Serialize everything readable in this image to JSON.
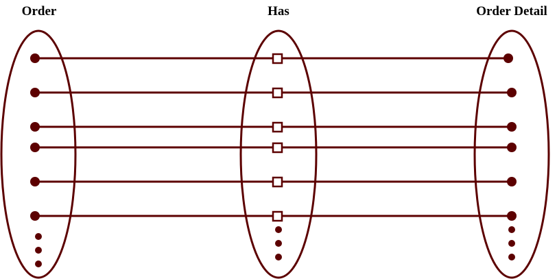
{
  "diagram": {
    "color": "#5c0000",
    "sets": {
      "order": {
        "label": "Order",
        "element_count_shown": 6,
        "continuation": "ellipsis"
      },
      "has": {
        "label": "Has",
        "element_count_shown": 6,
        "continuation": "ellipsis"
      },
      "order_detail": {
        "label": "Order Detail",
        "element_count_shown": 6,
        "continuation": "ellipsis"
      }
    },
    "relationship": {
      "name": "Has",
      "from": "Order",
      "to": "Order Detail",
      "pairs_shown": 6,
      "mapping": "one-to-one"
    },
    "legend": {
      "entity_marker": "filled-dot",
      "relationship_marker": "hollow-square"
    }
  }
}
